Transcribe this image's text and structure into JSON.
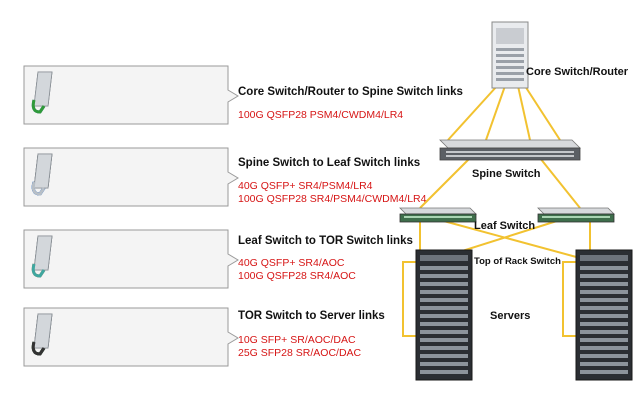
{
  "sections": [
    {
      "heading": "Core Switch/Router to Spine Switch links",
      "specs": [
        "100G QSFP28 PSM4/CWDM4/LR4"
      ],
      "module_colors": [
        "#2c6fc9",
        "#9aa7b0",
        "#2f9a3a"
      ]
    },
    {
      "heading": "Spine Switch to Leaf Switch links",
      "specs": [
        "40G QSFP+ SR4/PSM4/LR4",
        "100G QSFP28 SR4/PSM4/CWDM4/LR4"
      ],
      "module_colors": [
        "#2c6fc9",
        "#2c6fc9",
        "#2c6fc9",
        "#2c6fc9",
        "#b8bfc6"
      ]
    },
    {
      "heading": "Leaf Switch to TOR Switch links",
      "specs": [
        "40G QSFP+ SR4/AOC",
        "100G QSFP28 SR4/AOC"
      ],
      "module_colors": [
        "#c7cdd2",
        "#c7cdd2",
        "#e07a3c",
        "#3fa7a0"
      ]
    },
    {
      "heading": "TOR Switch to Server links",
      "specs": [
        "10G SFP+ SR/AOC/DAC",
        "25G SFP28 SR/AOC/DAC"
      ],
      "module_colors": [
        "#5a6068",
        "#9aa0a6",
        "#2f9a3a",
        "#333333",
        "#333333"
      ]
    }
  ],
  "diagram": {
    "core_label": "Core Switch/Router",
    "spine_label": "Spine Switch",
    "leaf_label": "Leaf Switch",
    "tor_label": "Top of Rack Switch",
    "servers_label": "Servers",
    "link_color": "#f2c230",
    "heading_color": "#111111",
    "spec_color": "#d61515"
  }
}
